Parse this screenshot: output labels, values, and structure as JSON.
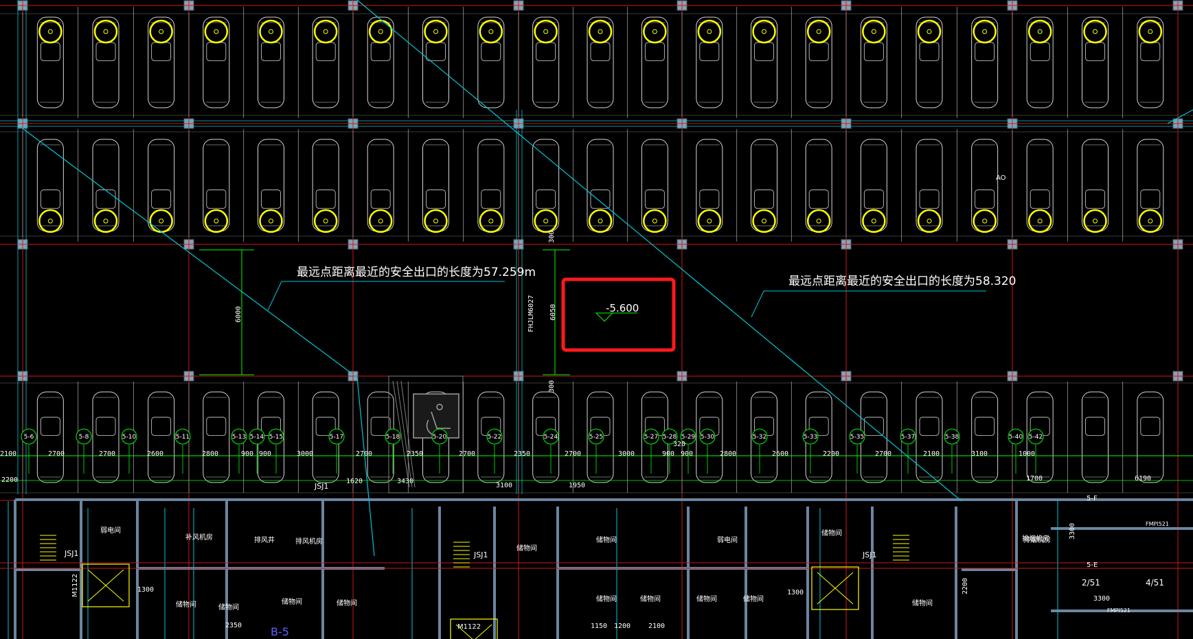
{
  "annotations": {
    "left": "最远点距离最近的安全出口的长度为57.259m",
    "right": "最远点距离最近的安全出口的长度为58.320"
  },
  "elevation": "-5.600",
  "vertical_dims": {
    "left": "6000",
    "mid": "6050",
    "top_small": "300",
    "small_b": "300"
  },
  "beam_label": "FHJLM6027",
  "ao_label": "AO",
  "axis_labels": [
    "5-6",
    "5-8",
    "5-10",
    "5-11",
    "5-13",
    "5-14",
    "5-15",
    "5-17",
    "5-18",
    "5-20",
    "5-22",
    "5-24",
    "5-25",
    "5-27",
    "5-28",
    "5-29",
    "5-30",
    "5-32",
    "5-33",
    "5-35",
    "5-37",
    "5-38",
    "5-40",
    "5-42"
  ],
  "dim_row": [
    "2100",
    "2700",
    "2700",
    "2600",
    "2800",
    "900",
    "900",
    "3000",
    "2700",
    "2350",
    "2700",
    "2350",
    "2700",
    "3000",
    "900",
    "900",
    "2800",
    "2600",
    "2200",
    "2700",
    "2100",
    "3100",
    "1000"
  ],
  "lower_dims": {
    "d2200": "2200",
    "d1620": "1620",
    "d3430": "3430",
    "d3100": "3100",
    "d1950": "1950",
    "d1700": "1700",
    "d6190": "6190",
    "d320": "320",
    "d1300a": "1300",
    "d1300b": "1300",
    "d3300": "3300",
    "d2350": "2350",
    "d1150": "1150",
    "d1200": "1200",
    "d2100": "2100",
    "d2200b": "2200",
    "d3300b": "3300"
  },
  "rooms": {
    "jsj1": "JSJ1",
    "jsj2": "JSJ1",
    "jsj3": "JSJ1",
    "jsj4": "JSJ1",
    "m1122a": "M1122",
    "m1122b": "M1122",
    "b5": "B-5",
    "axis_5e": "5-E",
    "axis_5f": "5-F",
    "axis_251": "2/51",
    "axis_451": "4/51",
    "fm1521a": "FMPI521",
    "fm1521b": "FMPI521",
    "r1": "弱电间",
    "r2": "补风机房",
    "r3": "排风井",
    "r4": "排风机房",
    "r5": "储物间",
    "r6": "储物间",
    "r7": "弱电间",
    "r8": "储物间",
    "r9": "排烟机房",
    "r10": "排烟机房",
    "r11": "储物间",
    "r12": "储物间",
    "r13": "储物间",
    "r14": "储物间",
    "r15": "储物间",
    "r16": "储物间",
    "r17": "储物间",
    "r18": "储物间",
    "r19": "储物间"
  },
  "colors": {
    "grid": "#d01818",
    "column": "#8aa0b4",
    "outline": "#e6e6e6",
    "sprinkler": "#ffff00",
    "dim": "#00ff00",
    "path": "#00c8d8",
    "highlight": "#ff1a1a",
    "wall": "#6b86a0"
  }
}
